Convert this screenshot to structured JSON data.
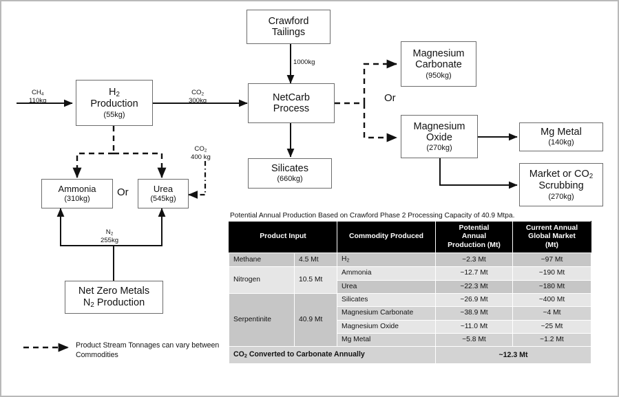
{
  "diagram": {
    "nodes": {
      "crawford_tailings": {
        "title": "Crawford\nTailings",
        "sub": ""
      },
      "h2_production": {
        "line1": "H",
        "line1_sub": "2",
        "line2": "Production",
        "sub": "(55kg)"
      },
      "netcarb": {
        "line1": "NetCarb",
        "line2": "Process",
        "sub": ""
      },
      "silicates": {
        "title": "Silicates",
        "sub": "(660kg)"
      },
      "ammonia": {
        "title": "Ammonia",
        "sub": "(310kg)"
      },
      "urea": {
        "title": "Urea",
        "sub": "(545kg)"
      },
      "net_zero_metals": {
        "line1": "Net Zero Metals",
        "line2pre": "N",
        "line2sub": "2",
        "line2post": " Production"
      },
      "magnesium_carbonate": {
        "line1": "Magnesium",
        "line2": "Carbonate",
        "sub": "(950kg)"
      },
      "magnesium_oxide": {
        "line1": "Magnesium",
        "line2": "Oxide",
        "sub": "(270kg)"
      },
      "mg_metal": {
        "title": "Mg Metal",
        "sub": "(140kg)"
      },
      "market_scrubbing": {
        "line1pre": "Market or CO",
        "line1sub": "2",
        "line2": "Scrubbing",
        "sub": "(270kg)"
      }
    },
    "edge_labels": {
      "ch4": {
        "name": "CH",
        "sub": "4",
        "value": "110kg"
      },
      "co2_h2_to_netcarb": {
        "name": "CO",
        "sub": "2",
        "value": "300kg"
      },
      "tailings_feed": {
        "value": "1000kg"
      },
      "co2_to_urea": {
        "name": "CO",
        "sub": "2",
        "value": "400 kg"
      },
      "n2": {
        "name": "N",
        "sub": "2",
        "value": "255kg"
      }
    },
    "or_labels": [
      "Or",
      "Or"
    ],
    "legend": {
      "text": "Product Stream Tonnages can vary between Commodities"
    }
  },
  "table": {
    "caption": "Potential Annual Production Based on Crawford Phase 2 Processing Capacity of 40.9 Mtpa.",
    "headers": [
      "Product Input",
      "Commodity Produced",
      "Potential Annual Production (Mt)",
      "Current Annual Global Market (Mt)"
    ],
    "header_parts": {
      "potential": [
        "Potential",
        "Annual",
        "Production (Mt)"
      ],
      "current": [
        "Current Annual",
        "Global Market",
        "(Mt)"
      ]
    },
    "inputs": [
      {
        "name": "Methane",
        "amount": "4.5 Mt",
        "rowspan": 1
      },
      {
        "name": "Nitrogen",
        "amount": "10.5 Mt",
        "rowspan": 2
      },
      {
        "name": "Serpentinite",
        "amount": "40.9 Mt",
        "rowspan": 4
      }
    ],
    "rows": [
      {
        "commodity": "H",
        "commodity_sub": "2",
        "production": "~2.3 Mt",
        "market": "~97 Mt"
      },
      {
        "commodity": "Ammonia",
        "production": "~12.7 Mt",
        "market": "~190 Mt"
      },
      {
        "commodity": "Urea",
        "production": "~22.3 Mt",
        "market": "~180 Mt"
      },
      {
        "commodity": "Silicates",
        "production": "~26.9 Mt",
        "market": "~400 Mt"
      },
      {
        "commodity": "Magnesium Carbonate",
        "production": "~38.9 Mt",
        "market": "~4 Mt"
      },
      {
        "commodity": "Magnesium Oxide",
        "production": "~11.0 Mt",
        "market": "~25 Mt"
      },
      {
        "commodity": "Mg Metal",
        "production": "~5.8 Mt",
        "market": "~1.2 Mt"
      }
    ],
    "summary": {
      "label_pre": "CO",
      "label_sub": "2",
      "label_post": " Converted to Carbonate Annually",
      "value": "~12.3 Mt"
    }
  },
  "colors": {
    "box_border": "#6b6b6b",
    "header_bg": "#000000",
    "row_dark": "#c6c6c6",
    "row_light": "#e6e6e6",
    "row_mid": "#d3d3d3",
    "line": "#111111"
  }
}
